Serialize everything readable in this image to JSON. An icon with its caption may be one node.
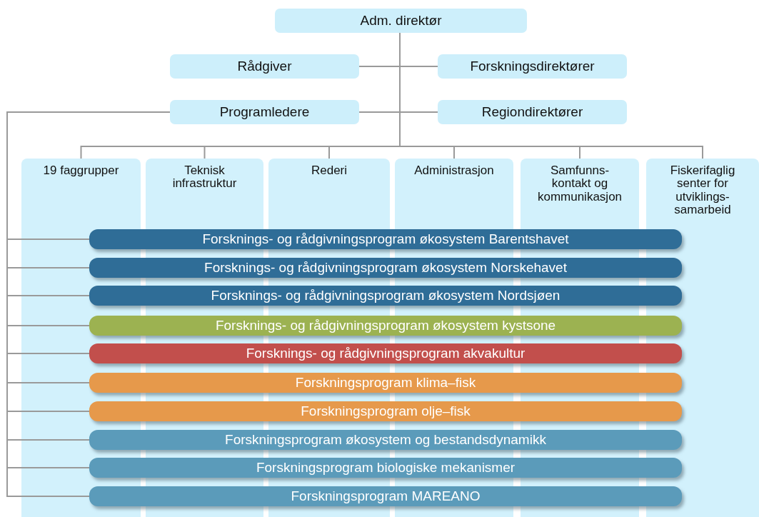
{
  "diagram": {
    "nodes": [
      {
        "text": [
          "Adm. direktør"
        ]
      },
      {
        "text": [
          "Rådgiver"
        ]
      },
      {
        "text": [
          "Forskningsdirektører"
        ]
      },
      {
        "text": [
          "Programledere"
        ]
      },
      {
        "text": [
          "Regiondirektører"
        ]
      },
      {
        "text": [
          "19 faggrupper"
        ]
      },
      {
        "text": [
          "Teknisk infrastruktur"
        ]
      },
      {
        "text": [
          "Rederi"
        ]
      },
      {
        "text": [
          "Administrasjon"
        ]
      },
      {
        "text": [
          "Samfunns- kontakt og kommunikasjon"
        ]
      },
      {
        "text": [
          "Fiskerifaglig senter for utviklings- samarbeid"
        ]
      },
      {
        "text": [
          "Forsknings- og rådgivningsprogram økosystem Barentshavet"
        ]
      },
      {
        "text": [
          "Forsknings- og rådgivningsprogram økosystem Norskehavet"
        ]
      },
      {
        "text": [
          "Forsknings- og rådgivningsprogram økosystem Nordsjøen"
        ]
      },
      {
        "text": [
          "Forsknings- og rådgivningsprogram økosystem kystsone"
        ]
      },
      {
        "text": [
          "Forsknings- og rådgivningsprogram akvakultur"
        ]
      },
      {
        "text": [
          "Forskningsprogram klima–fisk"
        ]
      },
      {
        "text": [
          "Forskningsprogram olje–fisk"
        ]
      },
      {
        "text": [
          "Forskningsprogram økosystem og bestandsdynamikk"
        ]
      },
      {
        "text": [
          "Forskningsprogram biologiske mekanismer"
        ]
      },
      {
        "text": [
          "Forskningsprogram MAREANO"
        ]
      }
    ],
    "edges": [
      {
        "from": 0,
        "to": 1,
        "arrow": "none"
      },
      {
        "from": 0,
        "to": 2,
        "arrow": "none"
      },
      {
        "from": 0,
        "to": 3,
        "arrow": "none"
      },
      {
        "from": 0,
        "to": 4,
        "arrow": "none"
      },
      {
        "from": 0,
        "to": 5,
        "arrow": "none"
      },
      {
        "from": 0,
        "to": 6,
        "arrow": "none"
      },
      {
        "from": 0,
        "to": 7,
        "arrow": "none"
      },
      {
        "from": 0,
        "to": 8,
        "arrow": "none"
      },
      {
        "from": 0,
        "to": 9,
        "arrow": "none"
      },
      {
        "from": 0,
        "to": 10,
        "arrow": "none"
      },
      {
        "from": 3,
        "to": 11,
        "arrow": "none"
      },
      {
        "from": 3,
        "to": 12,
        "arrow": "none"
      },
      {
        "from": 3,
        "to": 13,
        "arrow": "none"
      },
      {
        "from": 3,
        "to": 14,
        "arrow": "none"
      },
      {
        "from": 3,
        "to": 15,
        "arrow": "none"
      },
      {
        "from": 3,
        "to": 16,
        "arrow": "none"
      },
      {
        "from": 3,
        "to": 17,
        "arrow": "none"
      },
      {
        "from": 3,
        "to": 18,
        "arrow": "none"
      },
      {
        "from": 3,
        "to": 19,
        "arrow": "none"
      },
      {
        "from": 3,
        "to": 20,
        "arrow": "none"
      }
    ]
  }
}
